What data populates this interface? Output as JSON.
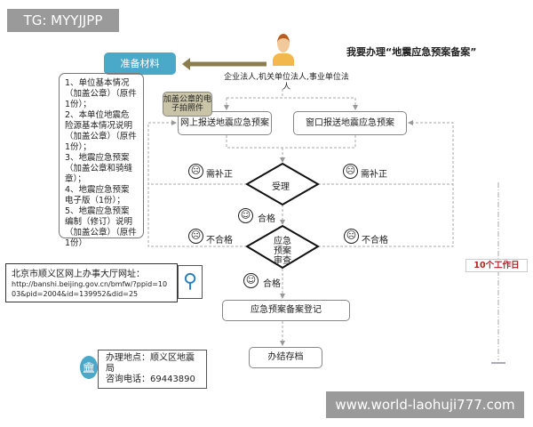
{
  "badge": "TG: MYYJJPP",
  "title": "我要办理“地震应急预案备案”",
  "applicant": "企业法人,机关单位法人,事业单位法人",
  "prepare": {
    "label": "准备材料",
    "items": [
      "1、单位基本情况（加盖公章）（原件1份）；",
      "2、本单位地震危险源基本情况说明（加盖公章）（原件1份）；",
      "3、地震应急预案（加盖公章和骑缝章）；",
      "4、地震应急预案电子版（1份）；",
      "5、地震应急预案编制（修订）说明（加盖公章）（原件1份）"
    ]
  },
  "photo_note": "加盖公章的电子拍照件",
  "online": "网上报送地震应急预案",
  "window": "窗口报送地震应急预案",
  "accept": "受理",
  "review": "应急预案审查",
  "need_fix": "需补正",
  "pass": "合格",
  "fail": "不合格",
  "register": "应急预案备案登记",
  "archive": "办结存档",
  "url_box": {
    "title": "北京市顺义区网上办事大厅网址：",
    "url": "http://banshi.beijing.gov.cn/bmfw/?ppid=1003&pid=2004&id=139952&did=25"
  },
  "location": {
    "place": "办理地点：顺义区地震局",
    "phone": "咨询电话：69443890"
  },
  "timeline": "10个工作日",
  "watermark": "www.world-laohuji777.com",
  "colors": {
    "teal": "#4aa8c8",
    "olive": "#8a7d4e",
    "red": "#b22222"
  }
}
